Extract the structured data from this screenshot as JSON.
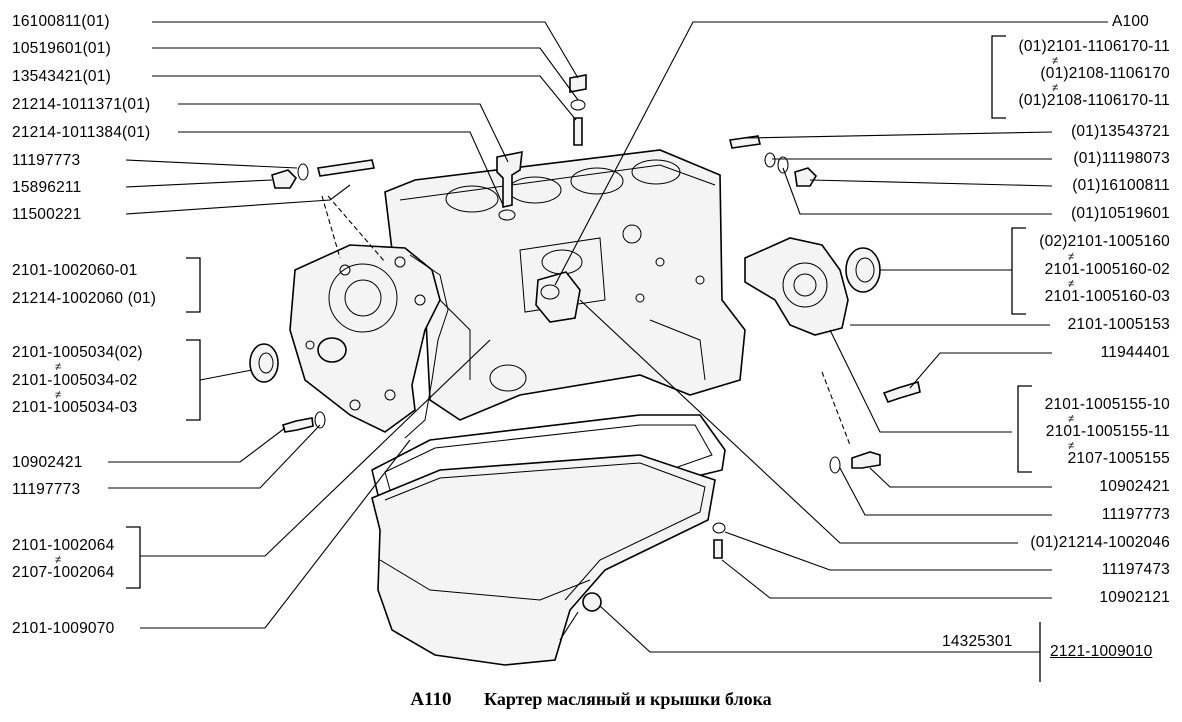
{
  "caption": {
    "code": "A110",
    "title": "Картер масляный и крышки блока"
  },
  "labels_left": {
    "l1": "16100811(01)",
    "l2": "10519601(01)",
    "l3": "13543421(01)",
    "l4": "21214-1011371(01)",
    "l5": "21214-1011384(01)",
    "l6": "11197773",
    "l7": "15896211",
    "l8": "11500221",
    "g1": [
      "2101-1002060-01",
      "21214-1002060  (01)"
    ],
    "g2": [
      "2101-1005034(02)",
      "2101-1005034-02",
      "2101-1005034-03"
    ],
    "l9": "10902421",
    "l10": "11197773",
    "g3": [
      "2101-1002064",
      "2107-1002064"
    ],
    "l11": "2101-1009070"
  },
  "labels_right": {
    "r0": "A100",
    "g4": [
      "(01)2101-1106170-11",
      "(01)2108-1106170",
      "(01)2108-1106170-11"
    ],
    "r1": "(01)13543721",
    "r2": "(01)11198073",
    "r3": "(01)16100811",
    "r4": "(01)10519601",
    "g5": [
      "(02)2101-1005160",
      "2101-1005160-02",
      "2101-1005160-03"
    ],
    "r5": "2101-1005153",
    "r6": "11944401",
    "g6": [
      "2101-1005155-10",
      "2101-1005155-11",
      "2107-1005155"
    ],
    "r7": "10902421",
    "r8": "11197773",
    "r9": "(01)21214-1002046",
    "r10": "11197473",
    "r11": "10902121",
    "r12": "14325301",
    "r13": "2121-1009010"
  },
  "interchange_mark": "≠"
}
